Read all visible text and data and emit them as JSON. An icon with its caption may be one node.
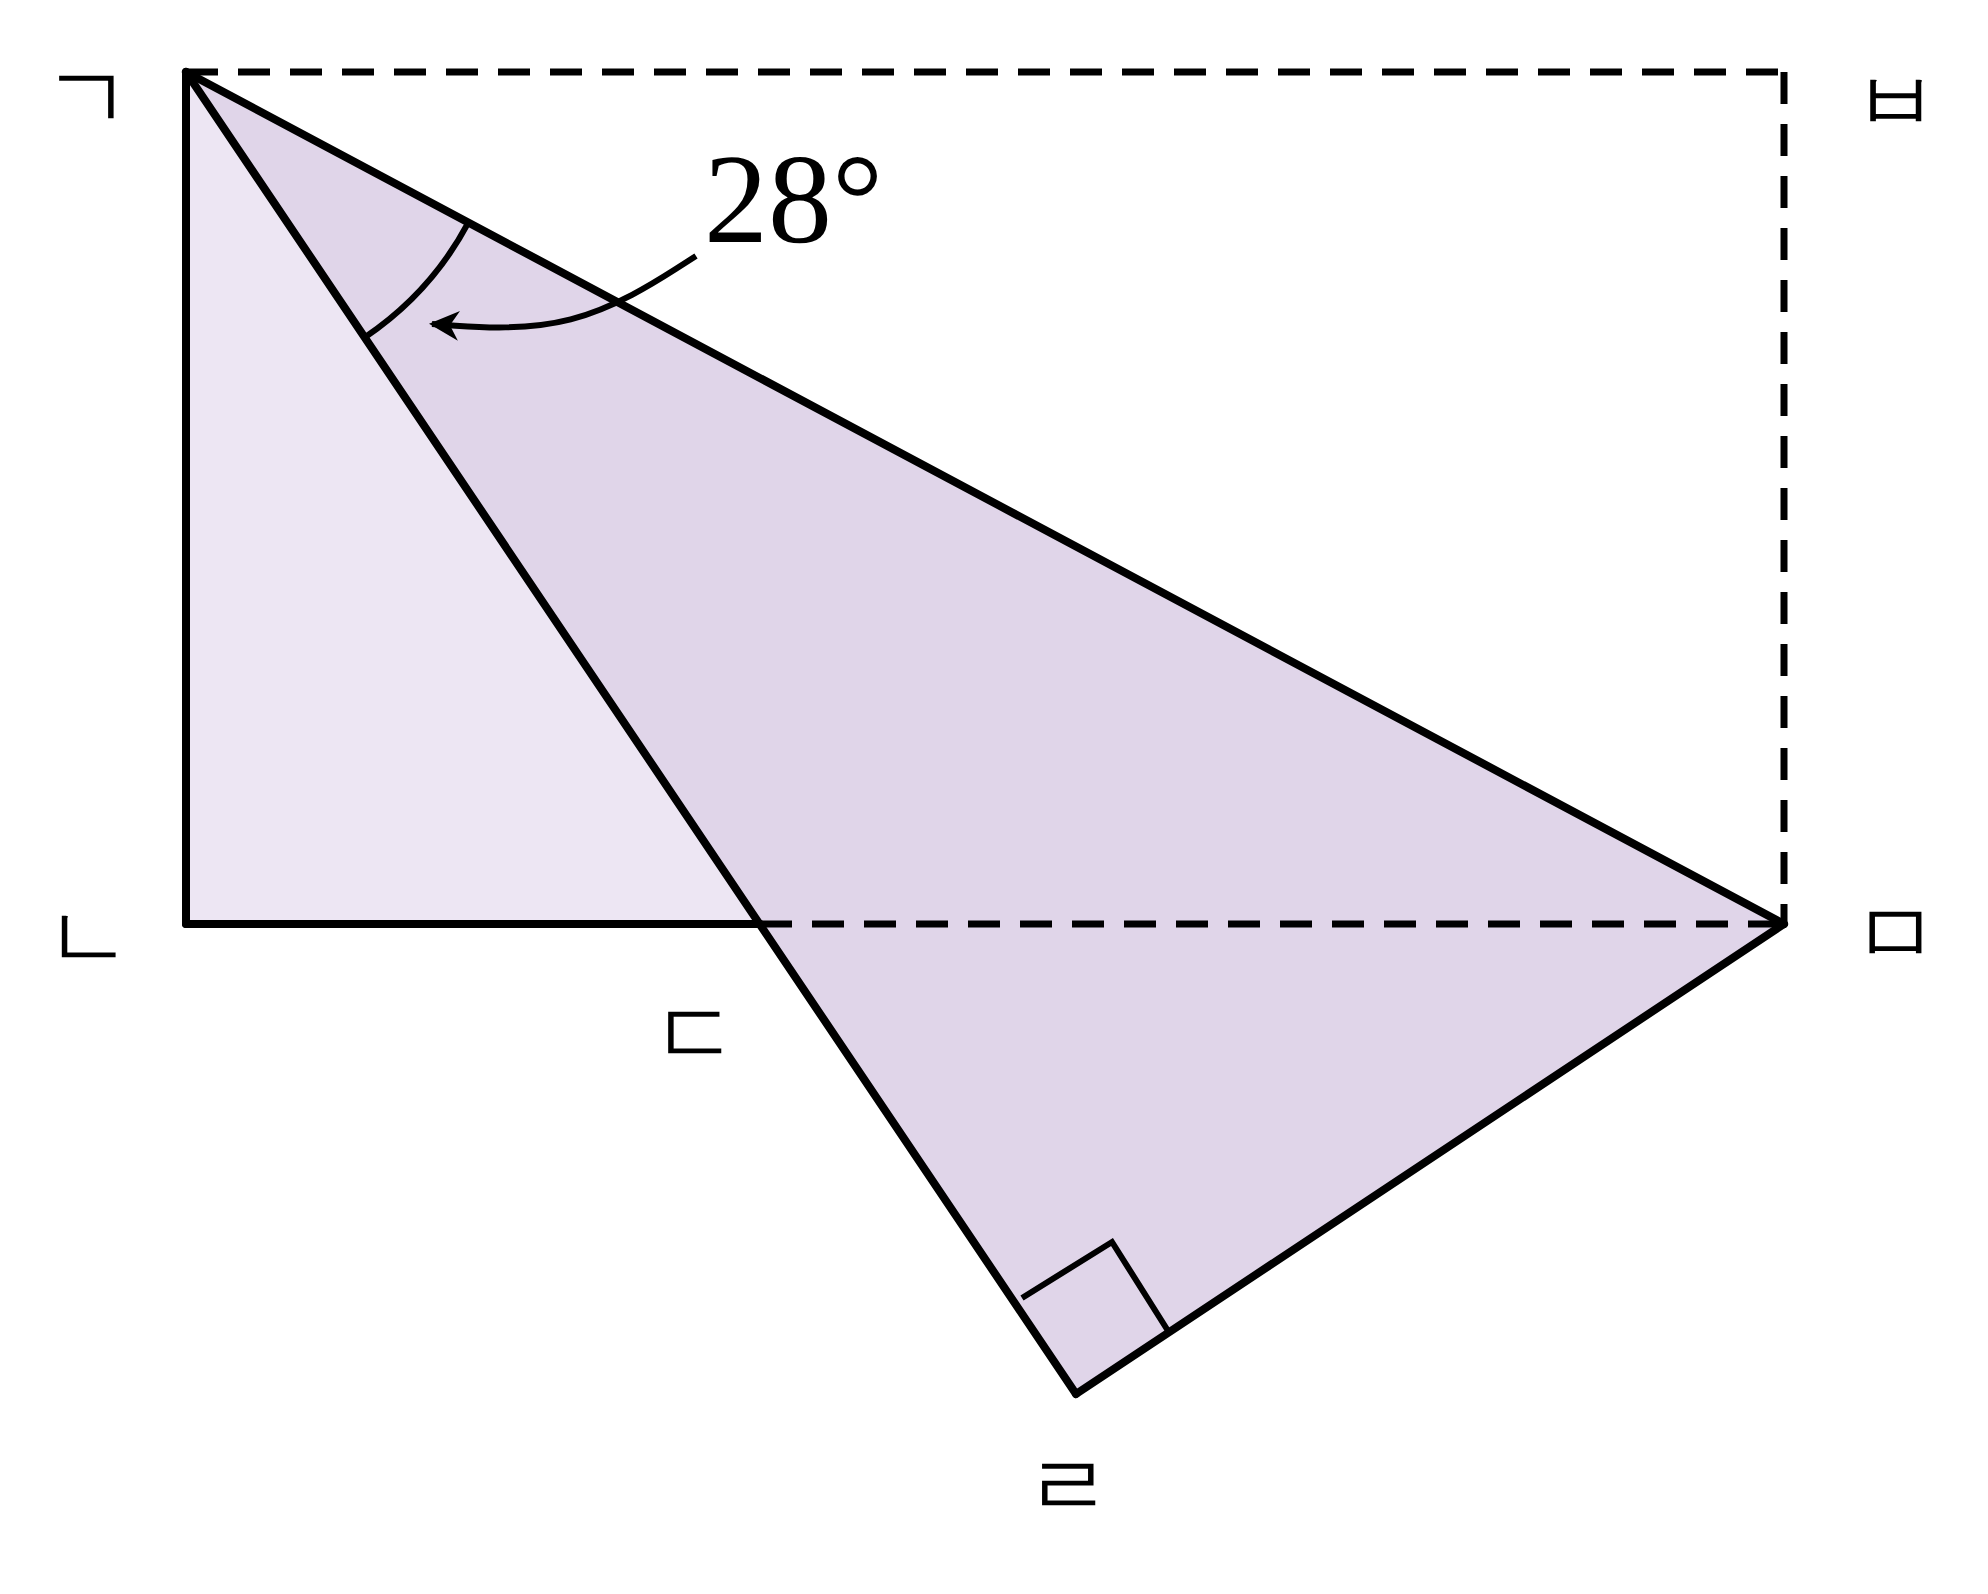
{
  "diagram": {
    "nodes": [
      {
        "text": [
          "28°"
        ]
      },
      {
        "text": [],
        "shape": "arc"
      }
    ],
    "edges": [
      {
        "from": 0,
        "to": 1,
        "arrow": "to"
      }
    ],
    "labels": [
      "ㄱ",
      "ㅂ",
      "ㄴ",
      "ㄷ",
      "ㅁ",
      "ㄹ"
    ]
  }
}
